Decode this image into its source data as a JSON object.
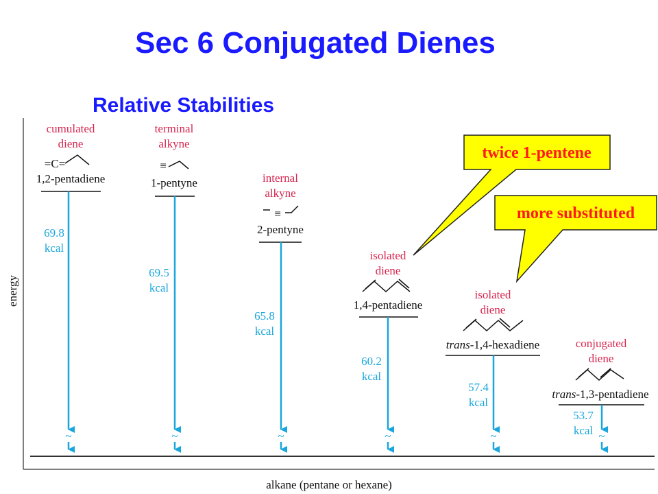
{
  "title": "Sec 6  Conjugated Dienes",
  "subtitle": "Relative Stabilities",
  "y_axis_label": "energy",
  "x_axis_label": "alkane (pentane or hexane)",
  "colors": {
    "title": "#1a1aff",
    "class_label": "#d7264f",
    "value": "#19a6dc",
    "callout_fill": "#ffff00",
    "callout_text": "#ff1a1a"
  },
  "callouts": {
    "twice": "twice 1-pentene",
    "more_sub": "more substituted"
  },
  "compounds": [
    {
      "class_line1": "cumulated",
      "class_line2": "diene",
      "struct_prefix": "=C=",
      "name_prefix": "",
      "name": "1,2-pentadiene",
      "value_line1": "69.8",
      "value_line2": "kcal"
    },
    {
      "class_line1": "terminal",
      "class_line2": "alkyne",
      "struct_prefix": "≡",
      "name_prefix": "",
      "name": "1-pentyne",
      "value_line1": "69.5",
      "value_line2": "kcal"
    },
    {
      "class_line1": "internal",
      "class_line2": "alkyne",
      "struct_prefix": "≡",
      "name_prefix": "",
      "name": "2-pentyne",
      "value_line1": "65.8",
      "value_line2": "kcal"
    },
    {
      "class_line1": "isolated",
      "class_line2": "diene",
      "struct_prefix": "",
      "name_prefix": "",
      "name": "1,4-pentadiene",
      "value_line1": "60.2",
      "value_line2": "kcal"
    },
    {
      "class_line1": "isolated",
      "class_line2": "diene",
      "struct_prefix": "",
      "name_prefix": "trans",
      "name": "-1,4-hexadiene",
      "value_line1": "57.4",
      "value_line2": "kcal"
    },
    {
      "class_line1": "conjugated",
      "class_line2": "diene",
      "struct_prefix": "",
      "name_prefix": "trans",
      "name": "-1,3-pentadiene",
      "value_line1": "53.7",
      "value_line2": "kcal"
    }
  ]
}
